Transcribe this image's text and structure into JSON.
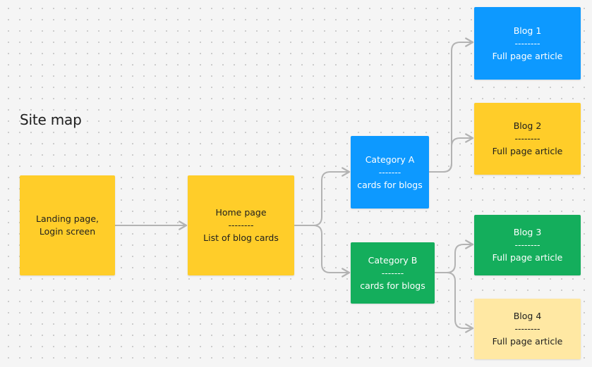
{
  "title": "Site map",
  "colors": {
    "yellow": "#ffcd29",
    "blue": "#0d99ff",
    "green": "#14ae5c",
    "light_yellow": "#ffe8a3",
    "connector": "#b3b3b3"
  },
  "nodes": {
    "landing": {
      "line1": "Landing page,",
      "line2": "Login screen"
    },
    "home": {
      "line1": "Home page",
      "line2": "--------",
      "line3": "List of blog cards"
    },
    "category_a": {
      "line1": "Category A",
      "line2": "-------",
      "line3": "cards for blogs"
    },
    "category_b": {
      "line1": "Category B",
      "line2": "-------",
      "line3": "cards for blogs"
    },
    "blog1": {
      "line1": "Blog 1",
      "line2": "--------",
      "line3": "Full page article"
    },
    "blog2": {
      "line1": "Blog 2",
      "line2": "--------",
      "line3": "Full page article"
    },
    "blog3": {
      "line1": "Blog 3",
      "line2": "--------",
      "line3": "Full page article"
    },
    "blog4": {
      "line1": "Blog 4",
      "line2": "--------",
      "line3": "Full page article"
    }
  }
}
